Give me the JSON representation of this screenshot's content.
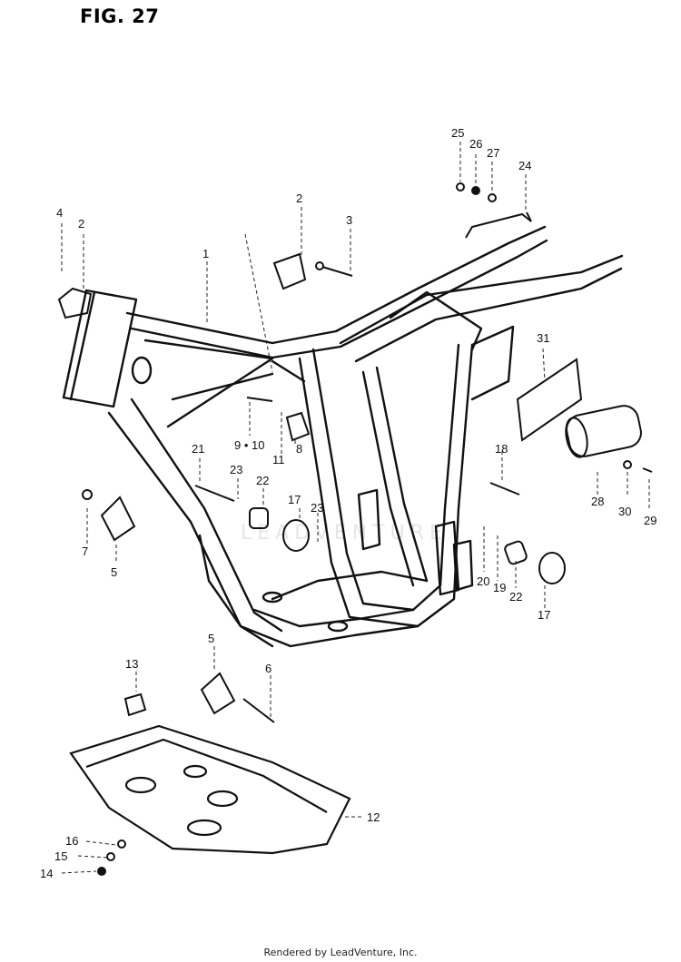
{
  "figure": {
    "title": "FIG. 27"
  },
  "watermark": "LEADVENTURE",
  "footer": {
    "text": "Rendered by LeadVenture, Inc."
  },
  "callouts": [
    {
      "id": "c4",
      "label": "4"
    },
    {
      "id": "c2a",
      "label": "2"
    },
    {
      "id": "c1",
      "label": "1"
    },
    {
      "id": "c2b",
      "label": "2"
    },
    {
      "id": "c3",
      "label": "3"
    },
    {
      "id": "c25",
      "label": "25"
    },
    {
      "id": "c26",
      "label": "26"
    },
    {
      "id": "c27",
      "label": "27"
    },
    {
      "id": "c24",
      "label": "24"
    },
    {
      "id": "c31",
      "label": "31"
    },
    {
      "id": "c9",
      "label": "9 • 10"
    },
    {
      "id": "c11",
      "label": "11"
    },
    {
      "id": "c8",
      "label": "8"
    },
    {
      "id": "c21",
      "label": "21"
    },
    {
      "id": "c23a",
      "label": "23"
    },
    {
      "id": "c22a",
      "label": "22"
    },
    {
      "id": "c17a",
      "label": "17"
    },
    {
      "id": "c23b",
      "label": "23"
    },
    {
      "id": "c18",
      "label": "18"
    },
    {
      "id": "c28",
      "label": "28"
    },
    {
      "id": "c30",
      "label": "30"
    },
    {
      "id": "c29",
      "label": "29"
    },
    {
      "id": "c7",
      "label": "7"
    },
    {
      "id": "c5a",
      "label": "5"
    },
    {
      "id": "c20",
      "label": "20"
    },
    {
      "id": "c19",
      "label": "19"
    },
    {
      "id": "c22b",
      "label": "22"
    },
    {
      "id": "c17b",
      "label": "17"
    },
    {
      "id": "c13",
      "label": "13"
    },
    {
      "id": "c5b",
      "label": "5"
    },
    {
      "id": "c6",
      "label": "6"
    },
    {
      "id": "c12",
      "label": "12"
    },
    {
      "id": "c16",
      "label": "16"
    },
    {
      "id": "c15",
      "label": "15"
    },
    {
      "id": "c14",
      "label": "14"
    }
  ]
}
